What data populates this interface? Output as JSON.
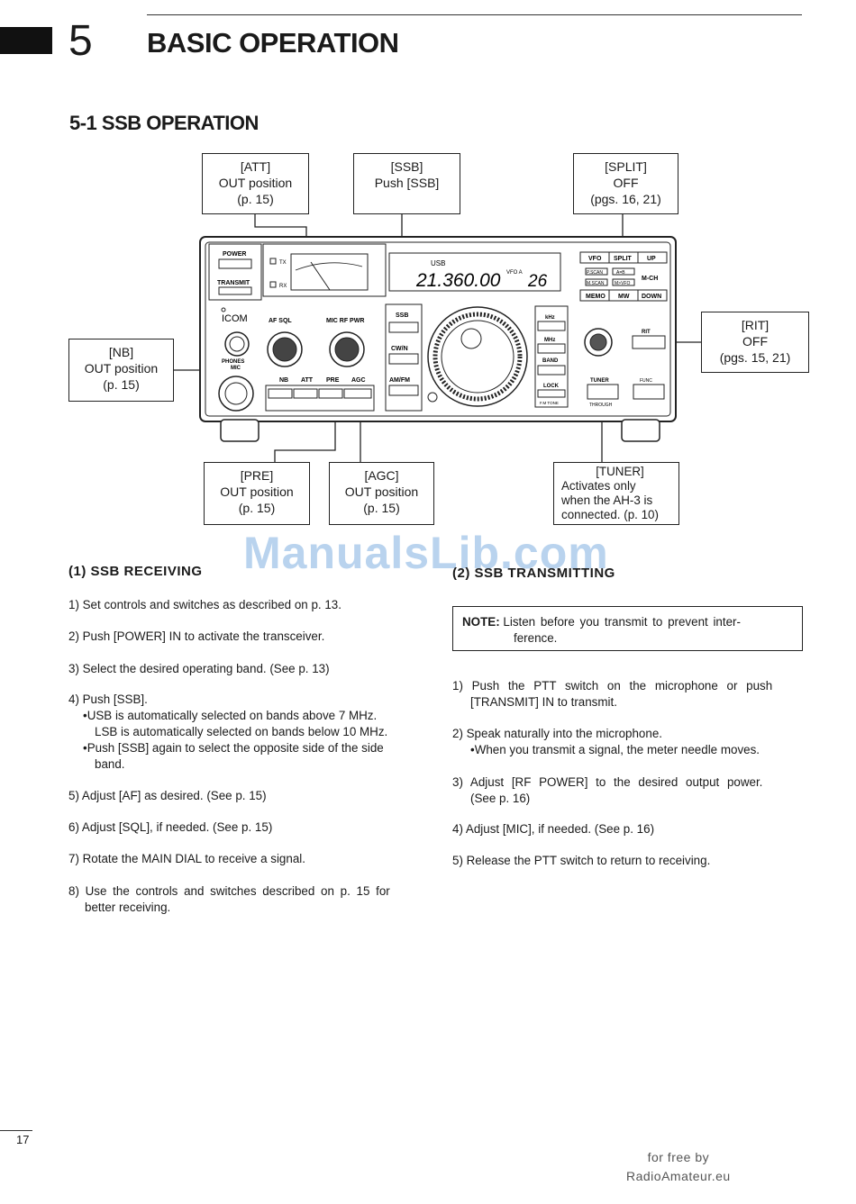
{
  "chapter": {
    "number": "5",
    "title": "BASIC OPERATION"
  },
  "section": {
    "title": "5-1 SSB OPERATION"
  },
  "callouts": {
    "att": [
      "[ATT]",
      "OUT position",
      "(p. 15)"
    ],
    "ssb": [
      "[SSB]",
      "Push [SSB]"
    ],
    "split": [
      "[SPLIT]",
      "OFF",
      "(pgs. 16, 21)"
    ],
    "rit": [
      "[RIT]",
      "OFF",
      "(pgs. 15, 21)"
    ],
    "nb": [
      "[NB]",
      "OUT position",
      "(p. 15)"
    ],
    "pre": [
      "[PRE]",
      "OUT position",
      "(p. 15)"
    ],
    "agc": [
      "[AGC]",
      "OUT position",
      "(p. 15)"
    ],
    "tuner": [
      "[TUNER]",
      "Activates only",
      "when the AH-3 is",
      "connected. (p. 10)"
    ]
  },
  "radio": {
    "power": "POWER",
    "transmit": "TRANSMIT",
    "tx": "TX",
    "rx": "RX",
    "mode": "USB",
    "frequency": "21.360.00",
    "vfo": "VFO A",
    "memch": "26",
    "brand": "ICOM",
    "phones": "PHONES",
    "mic": "MIC",
    "af_sql": "AF  SQL",
    "mic_rf": "MIC  RF PWR",
    "ssb": "SSB",
    "cwn": "CW/N",
    "amfm": "AM/FM",
    "khz": "kHz",
    "mhz": "MHz",
    "band": "BAND",
    "lock": "LOCK",
    "fmtone": "F.M TONE",
    "vfo_btn": "VFO",
    "split_btn": "SPLIT",
    "up": "UP",
    "pscan": "P.SCAN",
    "ab": "A=B",
    "mch": "M-CH",
    "mscan": "M.SCAN",
    "mvfo": "M>VFO",
    "memo": "MEMO",
    "mw": "MW",
    "down": "DOWN",
    "rit": "RIT",
    "tuner": "TUNER",
    "through": "THROUGH",
    "func": "FUNC",
    "nb": "NB",
    "att": "ATT",
    "pre": "PRE",
    "agc": "AGC"
  },
  "receiving": {
    "heading": "(1) SSB RECEIVING",
    "steps": [
      "1) Set controls and switches as described on p. 13.",
      "2) Push [POWER] IN to activate the transceiver.",
      "3) Select the desired operating band. (See p. 13)",
      "4) Push [SSB].",
      "5) Adjust [AF] as desired. (See p. 15)",
      "6) Adjust [SQL], if needed. (See p. 15)",
      "7) Rotate the MAIN DIAL to receive a signal.",
      "8) Use the controls and switches described on p. 15 for",
      "better receiving."
    ],
    "step4_bullets": [
      "•USB is automatically selected on bands above 7 MHz.",
      "LSB is automatically selected on bands below 10 MHz.",
      "•Push [SSB] again to select the opposite side of the side",
      "band."
    ]
  },
  "transmitting": {
    "heading": "(2) SSB TRANSMITTING",
    "note_label": "NOTE:",
    "note_line1": "Listen before you transmit to prevent inter-",
    "note_line2": "ference.",
    "steps": [
      "1) Push the PTT switch on the microphone or push",
      "[TRANSMIT] IN to transmit.",
      "2) Speak naturally into the microphone.",
      "•When you transmit a signal, the meter needle moves.",
      "3) Adjust [RF POWER] to the desired output power.",
      "(See p. 16)",
      "4) Adjust [MIC], if needed. (See p. 16)",
      "5) Release the PTT switch to return to receiving."
    ]
  },
  "watermark": "ManualsLib.com",
  "page_number": "17",
  "footer": {
    "line1": "for free by",
    "line2": "RadioAmateur.eu"
  }
}
